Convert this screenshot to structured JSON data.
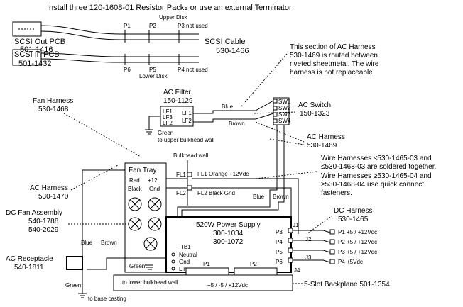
{
  "top_note": "Install three 120-1608-01 Resistor Packs or use an external Terminator",
  "scsi": {
    "upper_disk": "Upper Disk",
    "lower_disk": "Lower Disk",
    "out_pcb": "SCSI Out PCB",
    "out_pcb_num": "501-1416",
    "in_pcb": "SCSI In PCB",
    "in_pcb_num": "501-1432",
    "cable": "SCSI Cable",
    "cable_num": "530-1466",
    "p1": "P1",
    "p2": "P2",
    "p3": "P3 not used",
    "p6": "P6",
    "p5": "P5",
    "p4": "P4 not used"
  },
  "ac_harness_note": [
    "This section of AC Harness",
    "530-1469 is routed between",
    "riveted sheetmetal. The wire",
    "harness is not replaceable."
  ],
  "ac_filter": {
    "title": "AC Filter",
    "num": "150-1129",
    "lf1": "LF1",
    "lf3": "LF3",
    "lf2": "LF2",
    "r_lf1": "LF1",
    "r_lf2": "LF2",
    "green1": "Green",
    "green2": "to upper bulkhead wall"
  },
  "ac_switch": {
    "title": "AC Switch",
    "num": "150-1323",
    "sw1": "SW1",
    "sw2": "SW2",
    "sw3": "SW3",
    "sw4": "SW4"
  },
  "wire_blue": "Blue",
  "wire_brown": "Brown",
  "ac_harness_1469": {
    "title": "AC Harness",
    "num": "530-1469"
  },
  "fan_harness": {
    "title": "Fan Harness",
    "num": "530-1468"
  },
  "bulkhead": "Bulkhead wall",
  "fan_tray": {
    "title": "Fan Tray",
    "red": "Red",
    "p12": "+12",
    "black": "Black",
    "gnd": "Gnd",
    "green": "Green"
  },
  "fl1": "FL1",
  "fl2": "FL2",
  "fl1_label": "FL1 Orange +12Vdc",
  "fl2_label": "FL2 Black Gnd",
  "wire_note": [
    "Wire Harnesses ≤530-1465-03 and",
    "≤530-1468-03 are soldered together.",
    "Wire Harnesses ≥530-1465-04 and",
    "≥530-1468-04 use quick connect",
    "fasteners."
  ],
  "ac_harness_1470": {
    "title": "AC Harness",
    "num": "530-1470"
  },
  "dc_fan": {
    "title": "DC Fan Assembly",
    "num1": "540-1788",
    "num2": "540-2029"
  },
  "ac_receptacle": {
    "title": "AC Receptacle",
    "num": "540-1811",
    "green": "Green",
    "to": "to base casting"
  },
  "psu": {
    "title": "520W Power Supply",
    "num1": "300-1034",
    "num2": "300-1072",
    "tb1": "TB1",
    "neutral": "Neutral",
    "gnd": "Gnd",
    "line": "Line",
    "p3": "P3",
    "p4": "P4",
    "p5": "P5",
    "p6": "P6"
  },
  "dc_harness": {
    "title": "DC Harness",
    "num": "530-1465",
    "j1": "J1",
    "j2": "J2",
    "j3": "J3",
    "j4": "J4",
    "outputs": [
      "P1 +5 / +12Vdc",
      "P2 +5 / +12Vdc",
      "P3 +5 / +12Vdc",
      "P4 +5Vdc"
    ]
  },
  "backplane": {
    "to_wall": "to lower bulkhead wall",
    "p1": "P1",
    "p2": "P2",
    "voltages": "+5 / -5 / +12Vdc",
    "title": "5-Slot Backplane 501-1354"
  }
}
